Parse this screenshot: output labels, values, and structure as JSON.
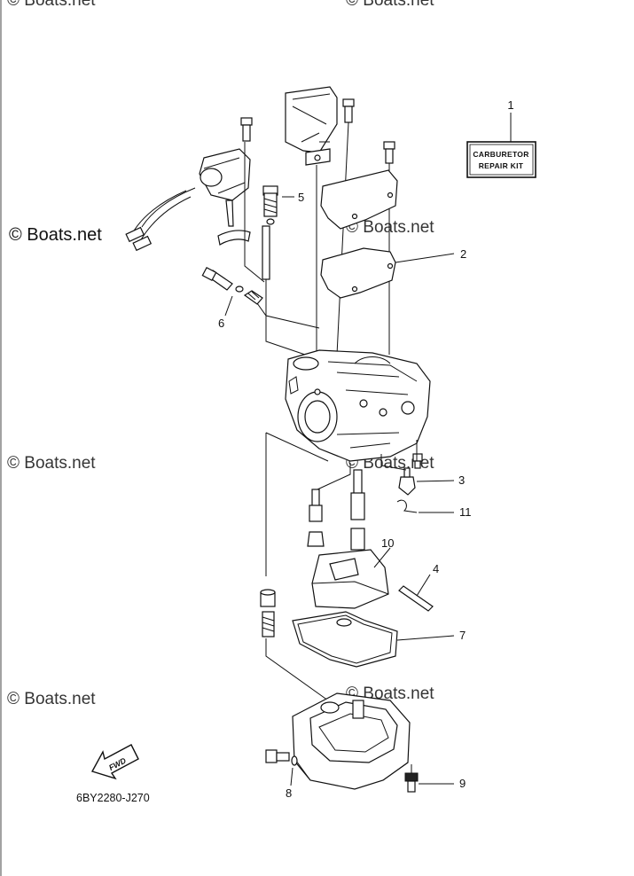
{
  "watermark": "© Boats.net",
  "diagram_code": "6BY2280-J270",
  "fwd_label": "FWD",
  "kit_label": {
    "line1": "CARBURETOR",
    "line2": "REPAIR  KIT"
  },
  "callouts": [
    {
      "num": "1",
      "part": "carburetor-repair-kit"
    },
    {
      "num": "2",
      "part": "gasket"
    },
    {
      "num": "3",
      "part": "needle-valve"
    },
    {
      "num": "4",
      "part": "float-pin"
    },
    {
      "num": "5",
      "part": "screw-spring"
    },
    {
      "num": "6",
      "part": "o-ring"
    },
    {
      "num": "7",
      "part": "float-chamber-gasket"
    },
    {
      "num": "8",
      "part": "drain-screw-gasket"
    },
    {
      "num": "9",
      "part": "screw"
    },
    {
      "num": "10",
      "part": "float"
    },
    {
      "num": "11",
      "part": "clip"
    }
  ]
}
